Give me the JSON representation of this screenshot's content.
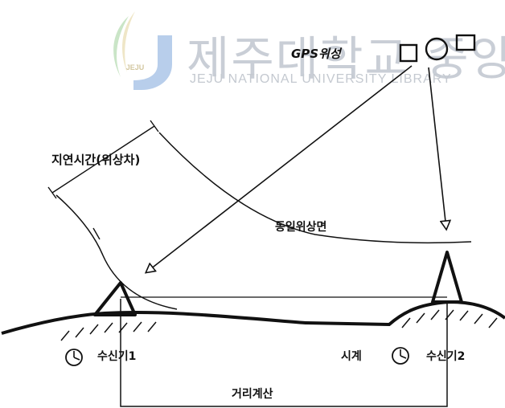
{
  "watermark": {
    "title_ko": "제주대학교 중앙도서관",
    "subtitle_en": "JEJU NATIONAL UNIVERSITY LIBRARY",
    "logo_text": "JEJU",
    "colors": {
      "text": "#c9ced6",
      "logo_blue": "#7fa7dc",
      "logo_green": "#9fd19a",
      "logo_yellow": "#e3d29a"
    }
  },
  "labels": {
    "satellite": "GPS위성",
    "delay": "지연시간(위상차)",
    "wavefront": "동일위상면",
    "receiver1": "수신기1",
    "clock": "시계",
    "receiver2": "수신기2",
    "baseline": "거리계산"
  },
  "icons": {
    "satellites": [
      "square-icon",
      "circle-icon",
      "square-icon"
    ],
    "receiver_clocks": [
      "clock-icon",
      "clock-icon"
    ],
    "antennas": [
      "triangle-antenna-icon",
      "triangle-antenna-icon"
    ]
  },
  "colors": {
    "ink": "#111111",
    "background": "#ffffff"
  }
}
